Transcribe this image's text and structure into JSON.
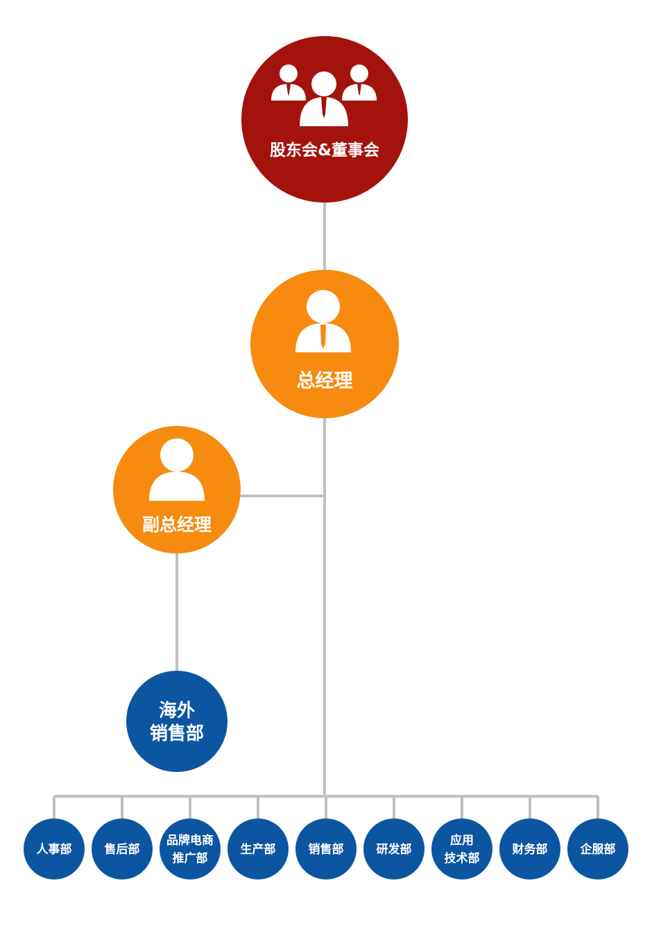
{
  "colors": {
    "board": "#A4120C",
    "manager": "#F68B0F",
    "department": "#0C55A0",
    "connector": "#C0C0C0",
    "text": "#FFFFFF",
    "tie_accent": "#F68B0F"
  },
  "nodes": {
    "board": {
      "label": "股东会&董事会",
      "icon": "group-of-people-icon"
    },
    "general_manager": {
      "label": "总经理",
      "icon": "person-with-tie-icon"
    },
    "deputy_manager": {
      "label": "副总经理",
      "icon": "person-icon"
    },
    "overseas_sales": {
      "lines": [
        "海外",
        "销售部"
      ]
    }
  },
  "departments": [
    {
      "lines": [
        "人事部"
      ]
    },
    {
      "lines": [
        "售后部"
      ]
    },
    {
      "lines": [
        "品牌电商",
        "推广部"
      ]
    },
    {
      "lines": [
        "生产部"
      ]
    },
    {
      "lines": [
        "销售部"
      ]
    },
    {
      "lines": [
        "研发部"
      ]
    },
    {
      "lines": [
        "应用",
        "技术部"
      ]
    },
    {
      "lines": [
        "财务部"
      ]
    },
    {
      "lines": [
        "企服部"
      ]
    }
  ]
}
